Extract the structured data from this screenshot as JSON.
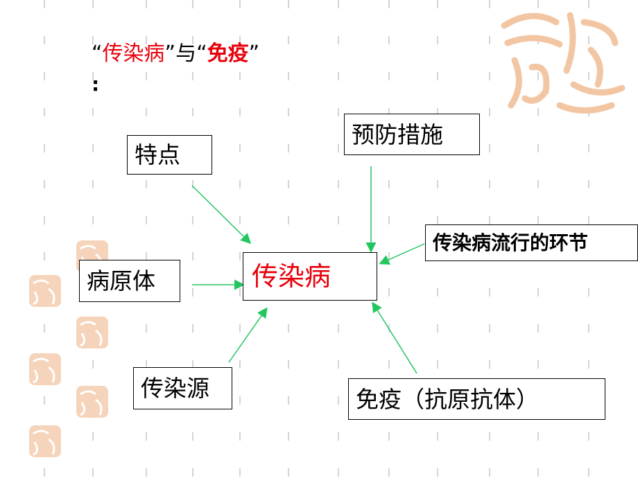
{
  "title": {
    "open_quote_1": "“",
    "term_1": "传染病",
    "mid": "”与“",
    "term_2": "免疫",
    "close_quote": "”"
  },
  "colon": ":",
  "nodes": {
    "center": "传染病",
    "features": "特点",
    "prevention": "预防措施",
    "pathogen": "病原体",
    "source": "传染源",
    "immunity": "免疫（抗原抗体）",
    "transmission_label": "传染病流行的环节"
  },
  "colors": {
    "arrow": "#22c55e",
    "accent_red": "#e8000b",
    "seal": "#f3c6a3"
  }
}
